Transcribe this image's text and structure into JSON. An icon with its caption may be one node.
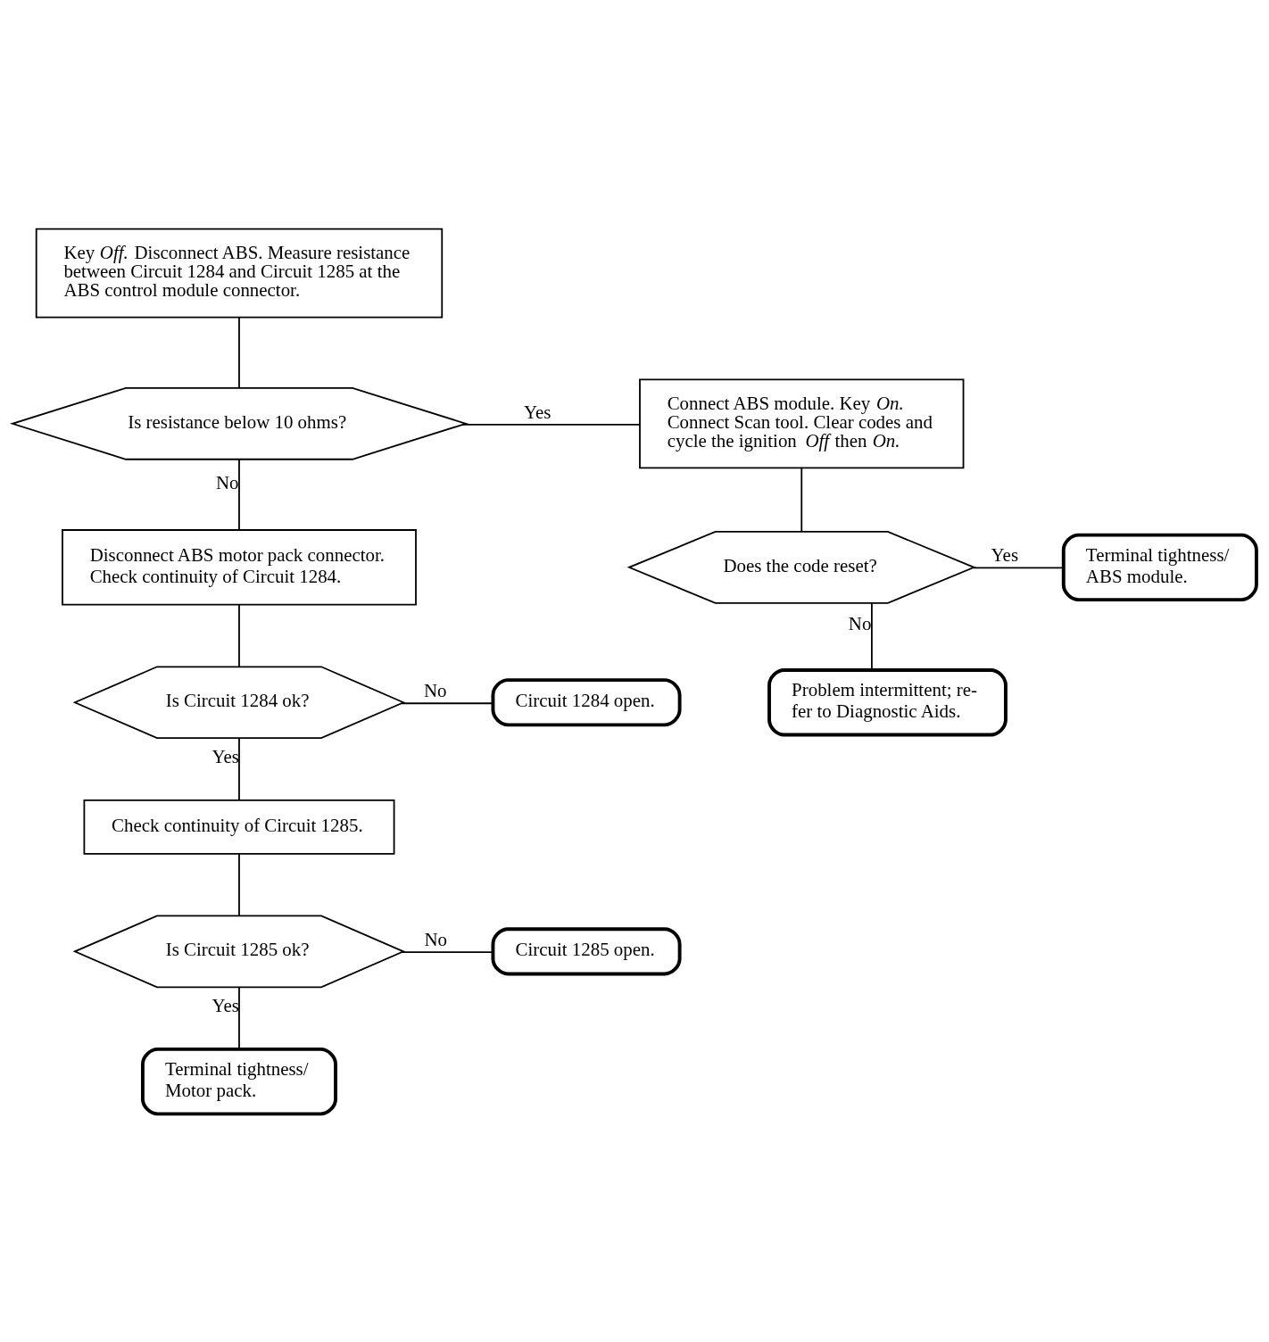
{
  "diagram": {
    "nodes": [
      {
        "text": [
          "Key *Off.* Disconnect ABS. Measure resistance between Circuit 1284 and Circuit 1285 at the ABS control module connector."
        ]
      },
      {
        "text": [
          "Is resistance below 10 ohms?"
        ]
      },
      {
        "text": [
          "Connect ABS module. Key *On.* Connect Scan tool. Clear codes and cycle the ignition *Off* then *On.*"
        ]
      },
      {
        "text": [
          "Does the code reset?"
        ]
      },
      {
        "text": [
          "Terminal tightness/ ABS module."
        ]
      },
      {
        "text": [
          "Problem intermittent; re- fer to Diagnostic Aids."
        ]
      },
      {
        "text": [
          "Disconnect ABS motor pack connector. Check continuity of Circuit 1284."
        ]
      },
      {
        "text": [
          "Is Circuit 1284 ok?"
        ]
      },
      {
        "text": [
          "Circuit 1284 open."
        ]
      },
      {
        "text": [
          "Check continuity of Circuit 1285."
        ]
      },
      {
        "text": [
          "Is Circuit 1285 ok?"
        ]
      },
      {
        "text": [
          "Circuit 1285 open."
        ]
      },
      {
        "text": [
          "Terminal tightness/ Motor pack."
        ]
      }
    ],
    "edges": [
      {
        "from": 0,
        "to": 1,
        "arrow": "none"
      },
      {
        "from": 1,
        "to": 2,
        "arrow": "none",
        "label": "Yes"
      },
      {
        "from": 1,
        "to": 6,
        "arrow": "none",
        "label": "No"
      },
      {
        "from": 2,
        "to": 3,
        "arrow": "none"
      },
      {
        "from": 3,
        "to": 4,
        "arrow": "none",
        "label": "Yes"
      },
      {
        "from": 3,
        "to": 5,
        "arrow": "none",
        "label": "No"
      },
      {
        "from": 6,
        "to": 7,
        "arrow": "none"
      },
      {
        "from": 7,
        "to": 8,
        "arrow": "none",
        "label": "No"
      },
      {
        "from": 7,
        "to": 9,
        "arrow": "none",
        "label": "Yes"
      },
      {
        "from": 9,
        "to": 10,
        "arrow": "none"
      },
      {
        "from": 10,
        "to": 11,
        "arrow": "none",
        "label": "No"
      },
      {
        "from": 10,
        "to": 12,
        "arrow": "none",
        "label": "Yes"
      }
    ]
  }
}
